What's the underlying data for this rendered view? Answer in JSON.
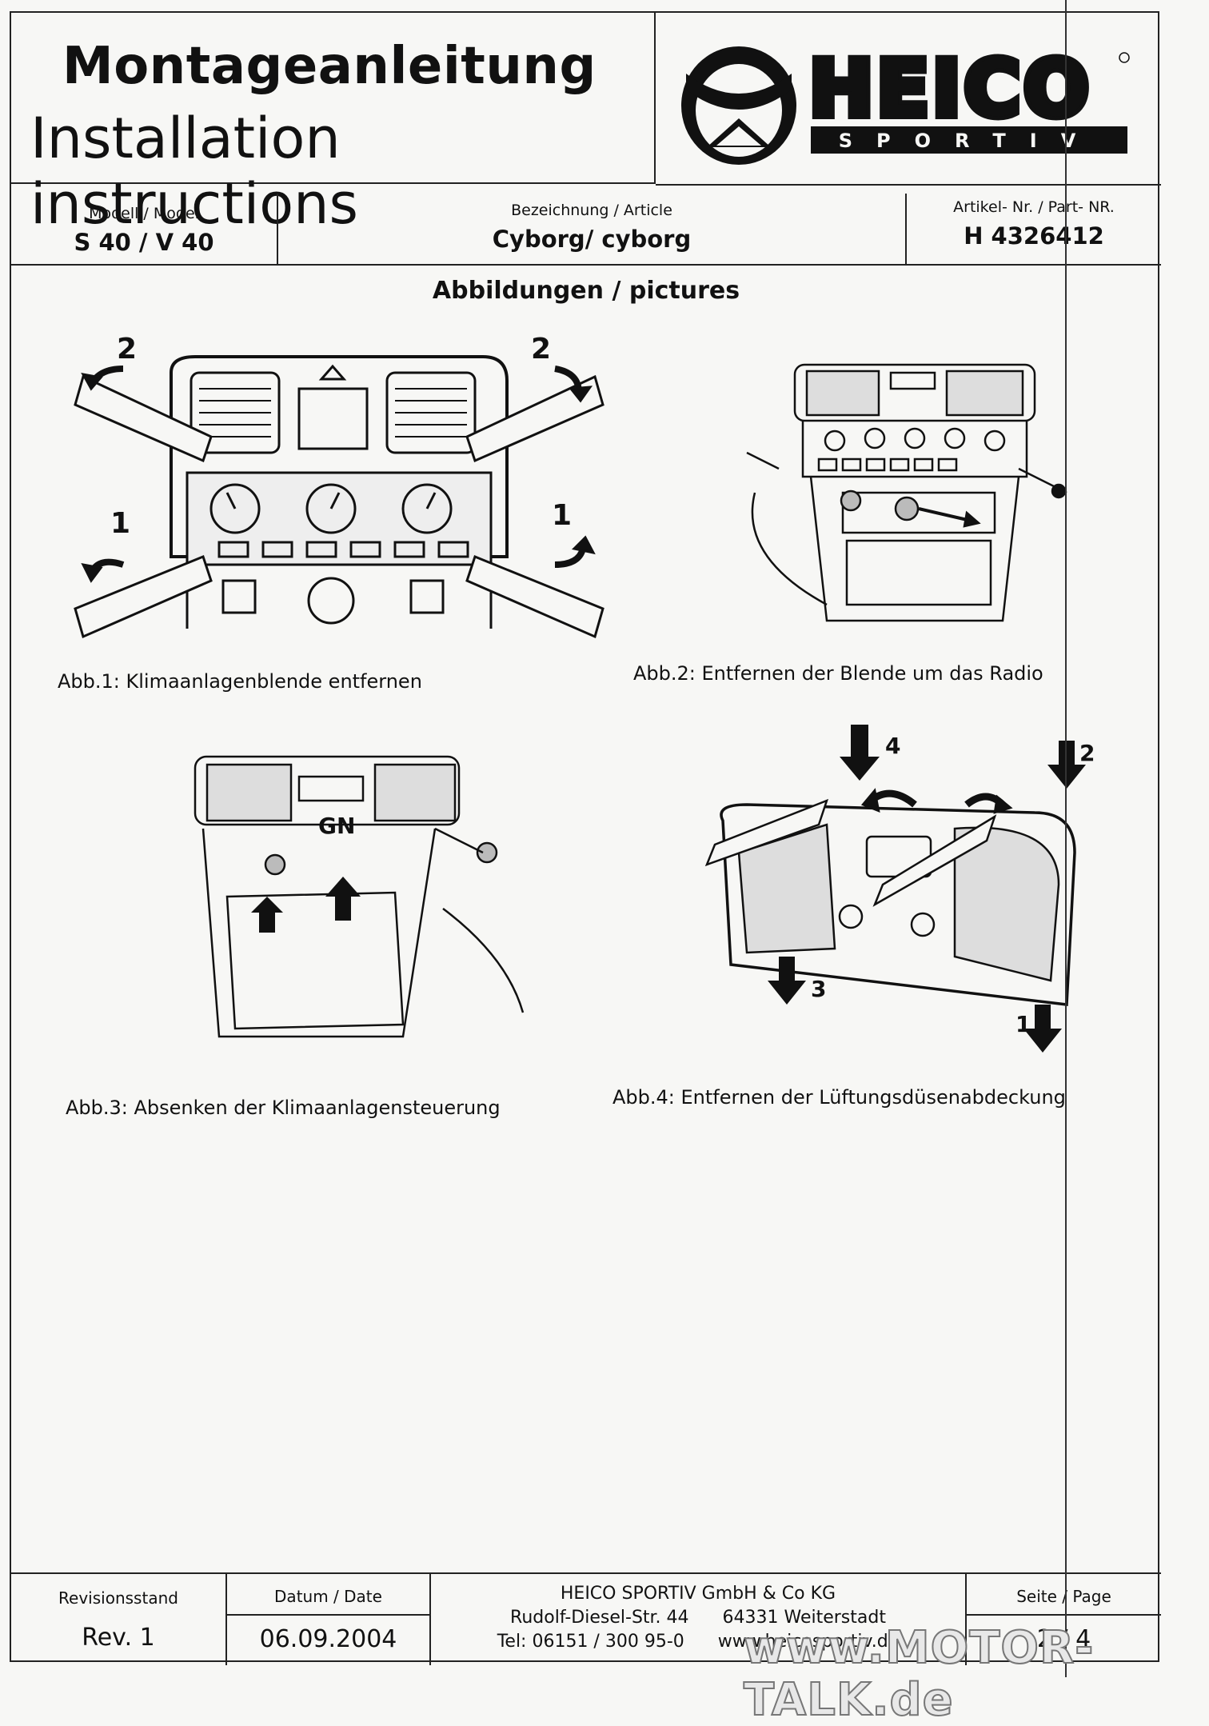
{
  "header": {
    "title_de": "Montageanleitung",
    "title_en": "Installation instructions",
    "brand": "HEICO",
    "brand_sub": "SPORTIV"
  },
  "meta": {
    "model_label": "Modell / Model",
    "model_value": "S 40 / V 40",
    "article_label": "Bezeichnung / Article",
    "article_value": "Cyborg/ cyborg",
    "part_label": "Artikel- Nr. / Part- NR.",
    "part_value": "H 4326412"
  },
  "pictures_heading": "Abbildungen / pictures",
  "figures": [
    {
      "caption": "Abb.1: Klimaanlagenblende entfernen",
      "markers": [
        "1",
        "2",
        "1",
        "2"
      ]
    },
    {
      "caption": "Abb.2: Entfernen der Blende um das Radio"
    },
    {
      "caption": "Abb.3: Absenken der Klimaanlagensteuerung",
      "markers": [
        "GN"
      ]
    },
    {
      "caption": "Abb.4: Entfernen der Lüftungsdüsenabdeckung",
      "markers": [
        "4",
        "2",
        "3",
        "1"
      ]
    }
  ],
  "footer": {
    "revision_label": "Revisionsstand",
    "revision_value": "Rev. 1",
    "date_label": "Datum / Date",
    "date_value": "06.09.2004",
    "company": "HEICO SPORTIV GmbH & Co KG",
    "street": "Rudolf-Diesel-Str. 44      64331 Weiterstadt",
    "contact": "Tel: 06151 / 300 95-0      www.heicosportiv.de",
    "page_label": "Seite / Page",
    "page_value": "2 / 4"
  },
  "watermark": "www.MOTOR-TALK.de"
}
